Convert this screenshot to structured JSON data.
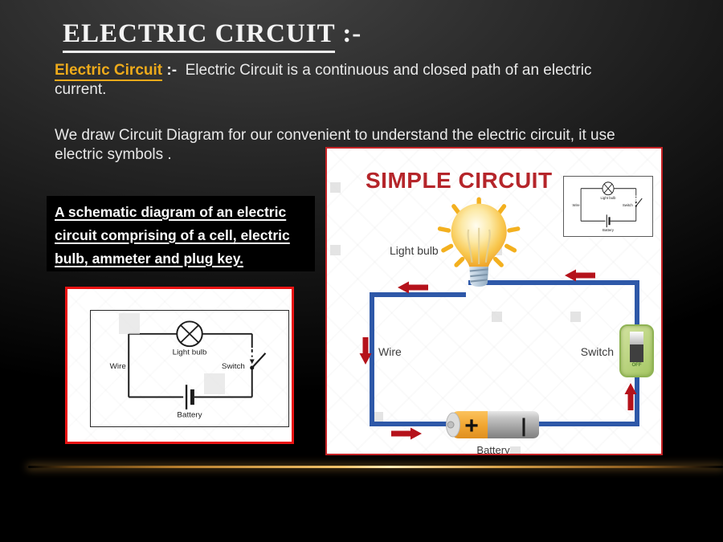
{
  "slide": {
    "title": {
      "underlined": "ELECTRIC CIRCUIT",
      "suffix": " :-"
    },
    "paragraph1": {
      "lead": "Electric Circuit",
      "separator": " :-  ",
      "body": "Electric Circuit is a continuous and closed path of an electric current."
    },
    "paragraph2": "We draw Circuit Diagram for our convenient to understand the electric circuit, it use electric symbols .",
    "caption_lines": [
      "A schematic diagram of an electric",
      "circuit comprising of a cell, electric",
      "bulb, ammeter and plug key."
    ]
  },
  "schematic": {
    "light_bulb": "Light bulb",
    "wire": "Wire",
    "switch": "Switch",
    "battery": "Battery"
  },
  "simple_circuit": {
    "title": "SIMPLE CIRCUIT",
    "labels": {
      "light_bulb": "Light bulb",
      "wire": "Wire",
      "switch": "Switch",
      "battery": "Battery",
      "switch_off": "OFF",
      "battery_plus": "+",
      "battery_minus": "|"
    }
  },
  "colors": {
    "slide_background_top": "#3f3f3f",
    "slide_background_bottom": "#000000",
    "title_text": "#f4f4f4",
    "accent_gold": "#edaa1b",
    "body_text": "#e9e9e9",
    "figure_border_red": "#e81313",
    "simple_circuit_title_red": "#b5252a",
    "wire_blue": "#2e58a8",
    "arrow_red": "#b5121b",
    "switch_green": "#aecb70",
    "battery_orange": "#f2a733",
    "bulb_yellow": "#f8c64c",
    "divider_gold": "#f3c36a"
  }
}
